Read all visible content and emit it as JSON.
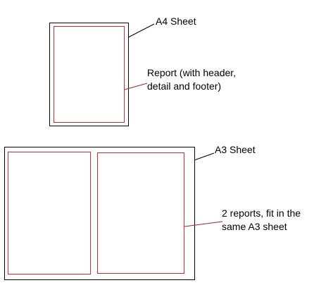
{
  "colors": {
    "sheet_border": "#000000",
    "report_border": "#d42a2a",
    "leader_to_sheet": "#000000",
    "leader_to_report": "#b22222",
    "text": "#000000"
  },
  "a4": {
    "label": "A4 Sheet",
    "report_label_line1": "Report (with header,",
    "report_label_line2": "detail and footer)"
  },
  "a3": {
    "label": "A3 Sheet",
    "reports_label_line1": "2 reports, fit in the",
    "reports_label_line2": "same A3 sheet"
  }
}
